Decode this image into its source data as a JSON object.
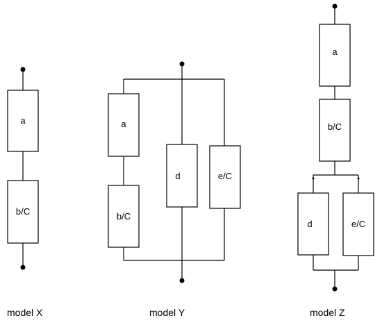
{
  "models": [
    {
      "id": "X",
      "caption": "model X",
      "elements": [
        "a",
        "b/C"
      ]
    },
    {
      "id": "Y",
      "caption": "model Y",
      "elements": [
        "a",
        "b/C",
        "d",
        "e/C"
      ]
    },
    {
      "id": "Z",
      "caption": "model Z",
      "elements": [
        "a",
        "b/C",
        "d",
        "e/C"
      ]
    }
  ]
}
